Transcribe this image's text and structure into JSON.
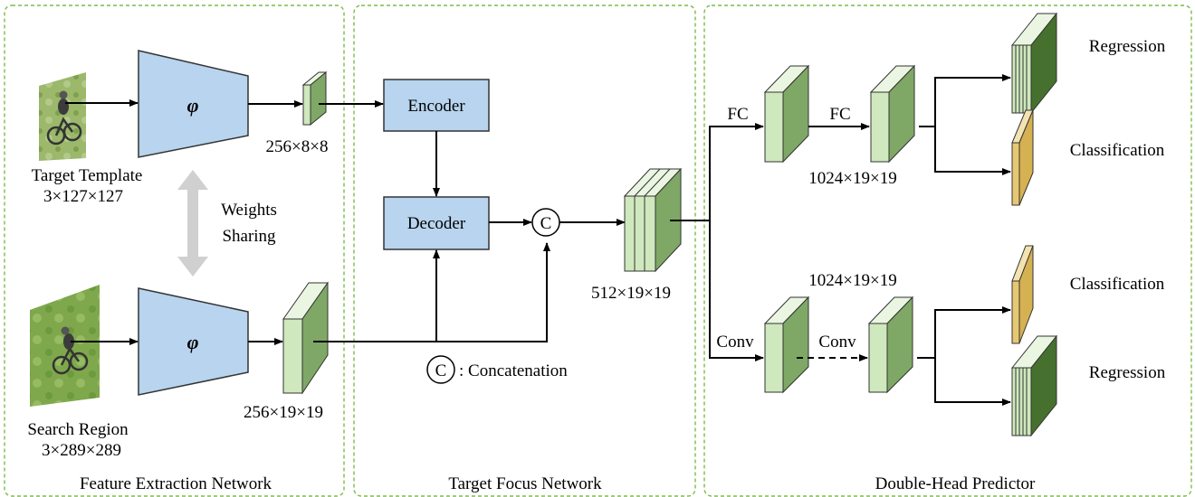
{
  "panels": {
    "left": "Feature Extraction Network",
    "middle": "Target Focus Network",
    "right": "Double-Head Predictor"
  },
  "inputs": {
    "template_name": "Target Template",
    "template_size": "3×127×127",
    "search_name": "Search Region",
    "search_size": "3×289×289"
  },
  "backbone": {
    "symbol": "φ",
    "sharing_line1": "Weights",
    "sharing_line2": "Sharing"
  },
  "features": {
    "template_feat": "256×8×8",
    "search_feat": "256×19×19",
    "concat_feat": "512×19×19"
  },
  "focus": {
    "encoder": "Encoder",
    "decoder": "Decoder",
    "concat_symbol": "C",
    "legend": ": Concatenation"
  },
  "predictor": {
    "fc_label": "FC",
    "conv_label": "Conv",
    "fc_feat": "1024×19×19",
    "conv_feat": "1024×19×19",
    "regression": "Regression",
    "classification": "Classification"
  },
  "colors": {
    "backbone_fill": "#b8d4ee",
    "feature_face": "#7fa866",
    "feature_front": "#cfe8be",
    "feature_top": "#ebf6e2",
    "regression_dark": "#46702d",
    "classification": "#d6b152",
    "panel_border": "#7dbb4a"
  }
}
